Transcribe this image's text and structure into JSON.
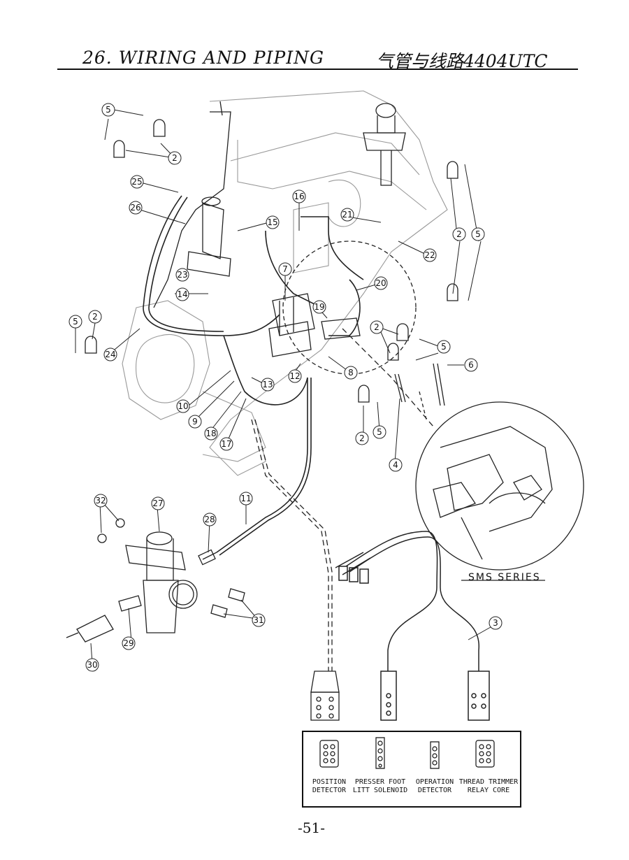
{
  "header": {
    "title": "26. WIRING AND PIPING",
    "title_cn": "气管与线路4404UTC"
  },
  "callouts": [
    "2",
    "3",
    "4",
    "5",
    "6",
    "7",
    "8",
    "9",
    "10",
    "11",
    "12",
    "13",
    "14",
    "15",
    "16",
    "17",
    "18",
    "19",
    "20",
    "21",
    "22",
    "23",
    "24",
    "25",
    "26",
    "27",
    "28",
    "29",
    "30",
    "31",
    "32"
  ],
  "inset": {
    "label": "SMS SERIES"
  },
  "legend": {
    "items": [
      {
        "line1": "POSITION",
        "line2": "DETECTOR"
      },
      {
        "line1": "PRESSER FOOT",
        "line2": "LITT SOLENOID"
      },
      {
        "line1": "OPERATION",
        "line2": "DETECTOR"
      },
      {
        "line1": "THREAD TRIMMER",
        "line2": "RELAY CORE"
      }
    ]
  },
  "page_number": "-51-"
}
